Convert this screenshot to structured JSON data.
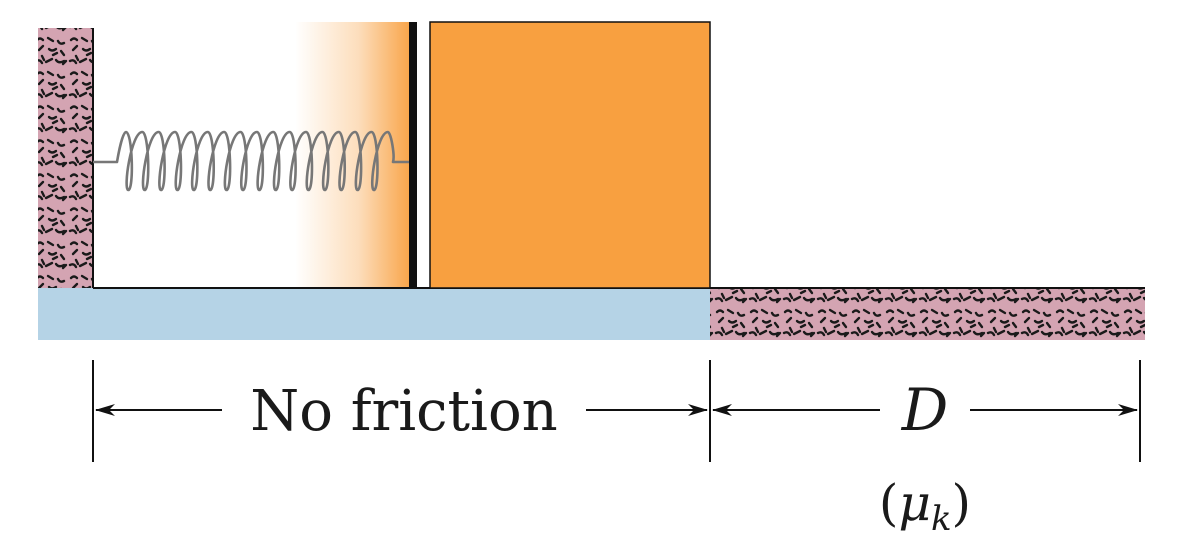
{
  "diagram": {
    "friction_free_label": "No friction",
    "distance_label": "D",
    "coefficient_label": "(μk)",
    "coefficient_symbol": "μ",
    "coefficient_subscript": "k"
  },
  "colors": {
    "wall_fill": "#d4a4b2",
    "texture": "#1a1a1a",
    "frictionless_floor": "#b5d3e6",
    "block": "#f8a040",
    "plate": "#111111",
    "spring": "#777777",
    "line": "#111111"
  }
}
